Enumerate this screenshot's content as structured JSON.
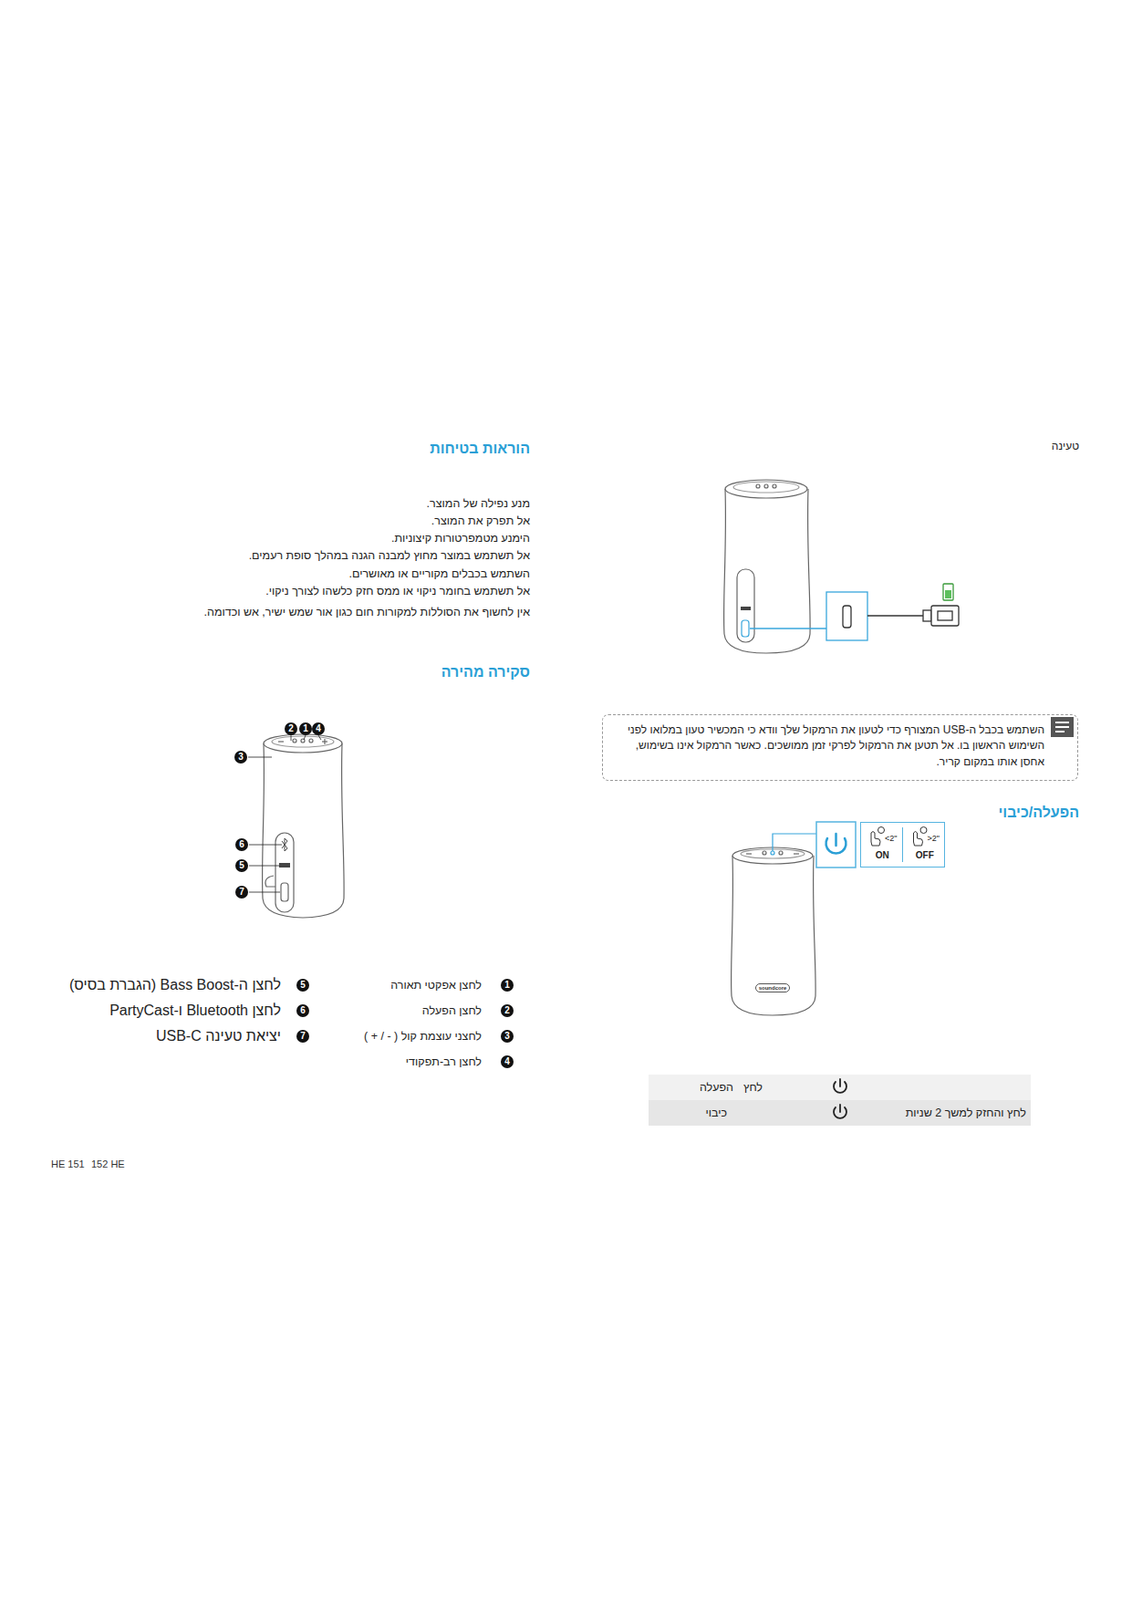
{
  "diagram": {
    "nodes": [
      {
        "text": [
          "השתמש בכבל ה-USB המצורף כדי לטעון את הרמקול שלך וודא כי המכשיר טעון במלואו לפני השימוש הראשון בו. אל תטען את הרמקול לפרקי זמן ממושכים. כאשר הרמקול אינו בשימוש, אחסן אותו במקום קריר."
        ]
      },
      {
        "text": [
          "<2\"",
          "ON",
          ">2\"",
          "OFF"
        ]
      }
    ],
    "labels": [
      "טעינה",
      "הוראות בטיחות",
      "מנע נפילה של המוצר.",
      "אל תפרק את המוצר.",
      "הימנע מטמפרטורות קיצוניות.",
      "אל תשתמש במוצר מחוץ למבנה הגנה במהלך סופת רעמים.",
      "השתמש בכבלים מקוריים או מאושרים.",
      "אל תשתמש בחומר ניקוי או ממס חזק כלשהו לצורך ניקוי.",
      "אין לחשוף את הסוללות למקורות חום כגון אור שמש ישיר, אש וכדומה.",
      "סקירה מהירה",
      "2",
      "1",
      "4",
      "3",
      "6",
      "5",
      "7",
      "1",
      "לחצן אפקטי תאורה",
      "2",
      "לחצן הפעלה",
      "3",
      "לחצני עוצמת קול ( - / + )",
      "4",
      "לחצן רב-תפקודי",
      "5",
      "לחצן ה-Bass Boost (הגברת בסיס)",
      "6",
      "לחצן Bluetooth ו-PartyCast",
      "7",
      "יציאת טעינה USB-C",
      "HE 151",
      "152 HE",
      "הפעלה/כיבוי",
      "soundcore",
      "הפעלה",
      "לחץ",
      "כיבוי",
      "לחץ והחזק למשך 2 שניות"
    ]
  }
}
